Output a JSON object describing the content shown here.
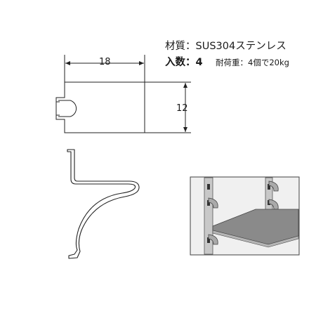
{
  "specs": {
    "material": "材質：SUS304ステンレス",
    "quantity_label": "入数：4",
    "load": "耐荷重：4個で20kg"
  },
  "dimensions": {
    "width": "18",
    "height": "12"
  },
  "colors": {
    "line": "#222222",
    "shelf_top": "#8a8a8a",
    "rail": "#c8c8c8",
    "photo_bg": "#e6e6e6"
  }
}
